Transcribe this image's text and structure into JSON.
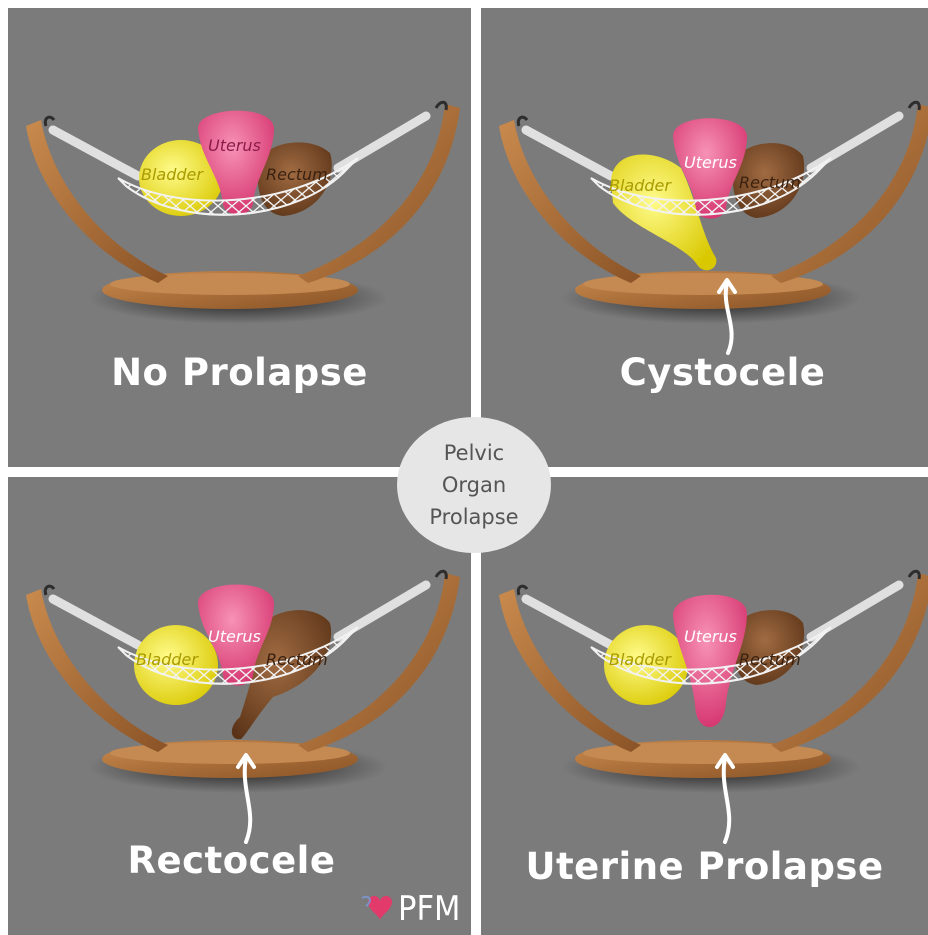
{
  "center": {
    "line1": "Pelvic",
    "line2": "Organ",
    "line3": "Prolapse"
  },
  "organ_labels": {
    "bladder": "Bladder",
    "uterus": "Uterus",
    "rectum": "Rectum"
  },
  "panels": [
    {
      "caption": "No Prolapse",
      "prolapse": "none"
    },
    {
      "caption": "Cystocele",
      "prolapse": "bladder"
    },
    {
      "caption": "Rectocele",
      "prolapse": "rectum"
    },
    {
      "caption": "Uterine Prolapse",
      "prolapse": "uterus"
    }
  ],
  "logo": {
    "text": "PFM"
  },
  "colors": {
    "panel_bg": "#7b7b7b",
    "bladder": "#f4ec2a",
    "uterus": "#e6467f",
    "rectum": "#7a4a2a",
    "wood": "#b77a43",
    "net": "#f2f2f2"
  }
}
